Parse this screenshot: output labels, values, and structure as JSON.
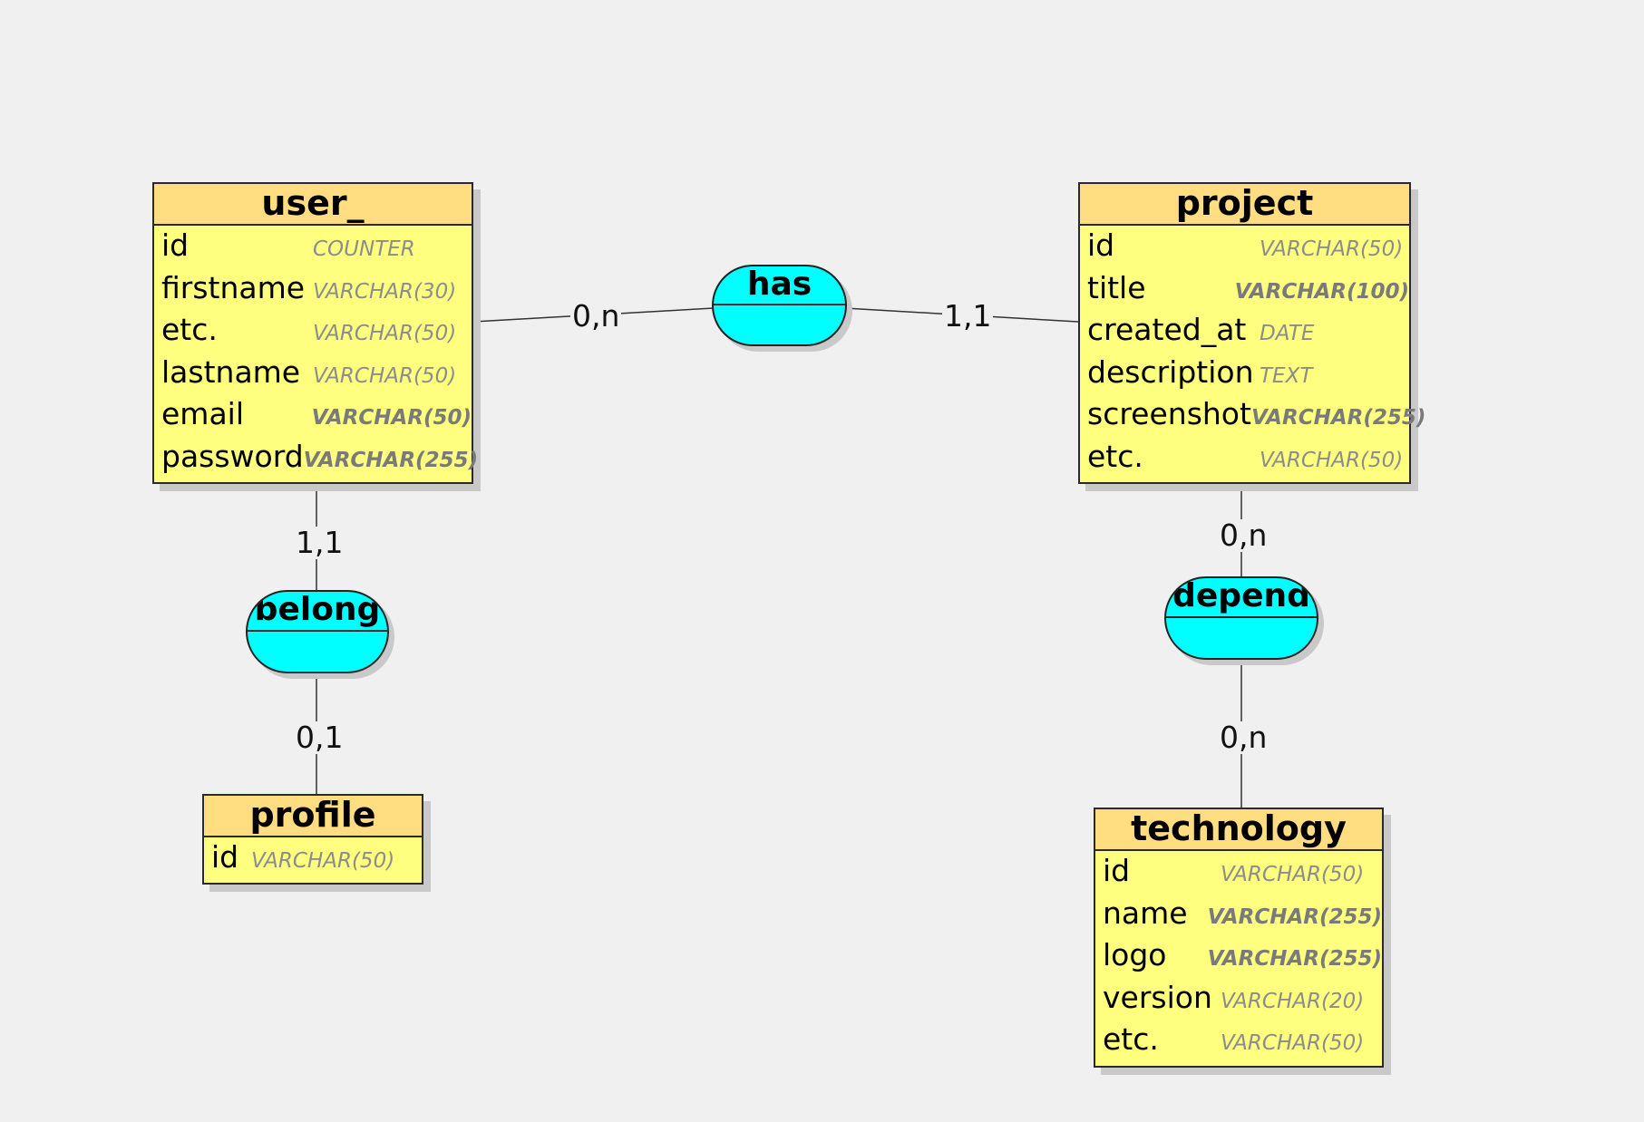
{
  "entities": {
    "user": {
      "title": "user_",
      "attributes": [
        {
          "name": "id",
          "type": "COUNTER",
          "strong": false
        },
        {
          "name": "firstname",
          "type": "VARCHAR(30)",
          "strong": false
        },
        {
          "name": "etc.",
          "type": "VARCHAR(50)",
          "strong": false
        },
        {
          "name": "lastname",
          "type": "VARCHAR(50)",
          "strong": false
        },
        {
          "name": "email",
          "type": "VARCHAR(50)",
          "strong": true
        },
        {
          "name": "password",
          "type": "VARCHAR(255)",
          "strong": true
        }
      ]
    },
    "project": {
      "title": "project",
      "attributes": [
        {
          "name": "id",
          "type": "VARCHAR(50)",
          "strong": false
        },
        {
          "name": "title",
          "type": "VARCHAR(100)",
          "strong": true
        },
        {
          "name": "created_at",
          "type": "DATE",
          "strong": false
        },
        {
          "name": "description",
          "type": "TEXT",
          "strong": false
        },
        {
          "name": "screenshot",
          "type": "VARCHAR(255)",
          "strong": true
        },
        {
          "name": "etc.",
          "type": "VARCHAR(50)",
          "strong": false
        }
      ]
    },
    "profile": {
      "title": "profile",
      "attributes": [
        {
          "name": "id",
          "type": "VARCHAR(50)",
          "strong": false
        }
      ]
    },
    "technology": {
      "title": "technology",
      "attributes": [
        {
          "name": "id",
          "type": "VARCHAR(50)",
          "strong": false
        },
        {
          "name": "name",
          "type": "VARCHAR(255)",
          "strong": true
        },
        {
          "name": "logo",
          "type": "VARCHAR(255)",
          "strong": true
        },
        {
          "name": "version",
          "type": "VARCHAR(20)",
          "strong": false
        },
        {
          "name": "etc.",
          "type": "VARCHAR(50)",
          "strong": false
        }
      ]
    }
  },
  "relations": {
    "has": "has",
    "belong": "belong",
    "depend": "depend"
  },
  "cardinalities": {
    "user_has": "0,n",
    "project_has": "1,1",
    "user_belong": "1,1",
    "profile_belong": "0,1",
    "project_depend": "0,n",
    "technology_depend": "0,n"
  },
  "colors": {
    "entity_body": "#ffff7f",
    "entity_header": "#ffdd80",
    "relation_fill": "#00ffff",
    "background": "#f0f0f0"
  }
}
